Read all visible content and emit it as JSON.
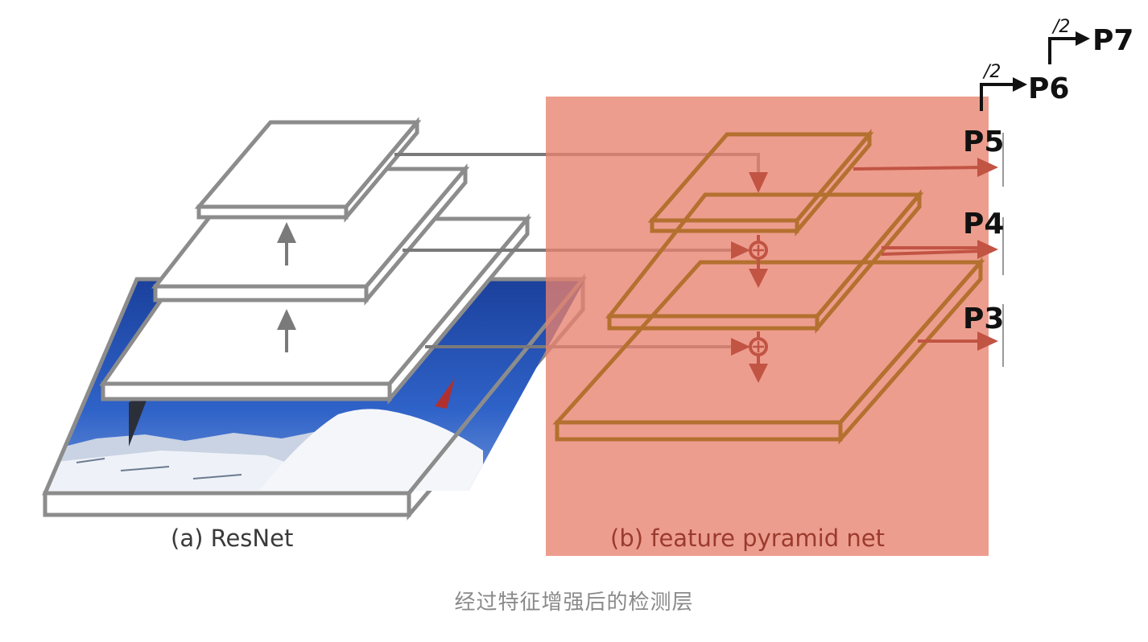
{
  "panels": {
    "resnet_label": "(a) ResNet",
    "fpn_label": "(b) feature pyramid net"
  },
  "levels": {
    "p3": "P3",
    "p4": "P4",
    "p5": "P5",
    "p6": "P6",
    "p7": "P7",
    "downsample_p6": "/2",
    "downsample_p7": "/2"
  },
  "caption": "经过特征增强后的检测层",
  "colors": {
    "fpn_background": "#ee9c8a",
    "fpn_layer_stroke": "#b4702f",
    "fpn_arrow": "#c25444",
    "resnet_stroke": "#8c8c8c",
    "sky": "#1f4fb4",
    "snow": "#e8edf4"
  }
}
